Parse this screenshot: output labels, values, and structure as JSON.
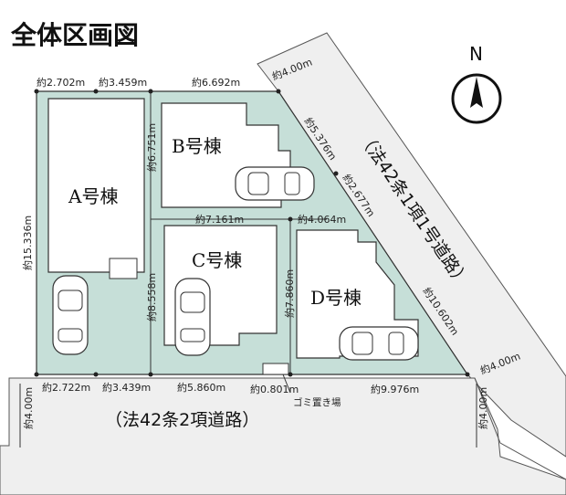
{
  "title": "全体区画図",
  "compass": {
    "label": "N"
  },
  "colors": {
    "lot": "#c6dfd8",
    "road": "#efefef",
    "building": "#ffffff",
    "line": "#333333",
    "accent": "#111111"
  },
  "buildings": {
    "a": "A号棟",
    "b": "B号棟",
    "c": "C号棟",
    "d": "D号棟"
  },
  "roads": {
    "east": "（法42条1項1号道路）",
    "south": "（法42条2項道路）",
    "east_width": "約4.00m",
    "east_width2": "約4.00m",
    "south_width_left": "約4.00m",
    "south_width_right": "約4.00m"
  },
  "dims": {
    "top_a1": "約2.702m",
    "top_a2": "約3.459m",
    "top_b": "約6.692m",
    "a_side": "約15.336m",
    "b_side": "約6.751m",
    "ab_border": "約7.161m",
    "diag_1": "約5.376m",
    "diag_2": "約2.677m",
    "cd_top": "約4.064m",
    "c_side": "約8.558m",
    "d_side": "約7.860m",
    "diag_3": "約10.602m",
    "bottom_1": "約2.722m",
    "bottom_2": "約3.439m",
    "bottom_3": "約5.860m",
    "bottom_4": "約0.801m",
    "bottom_5": "約9.976m"
  },
  "garbage": "ゴミ置き場"
}
